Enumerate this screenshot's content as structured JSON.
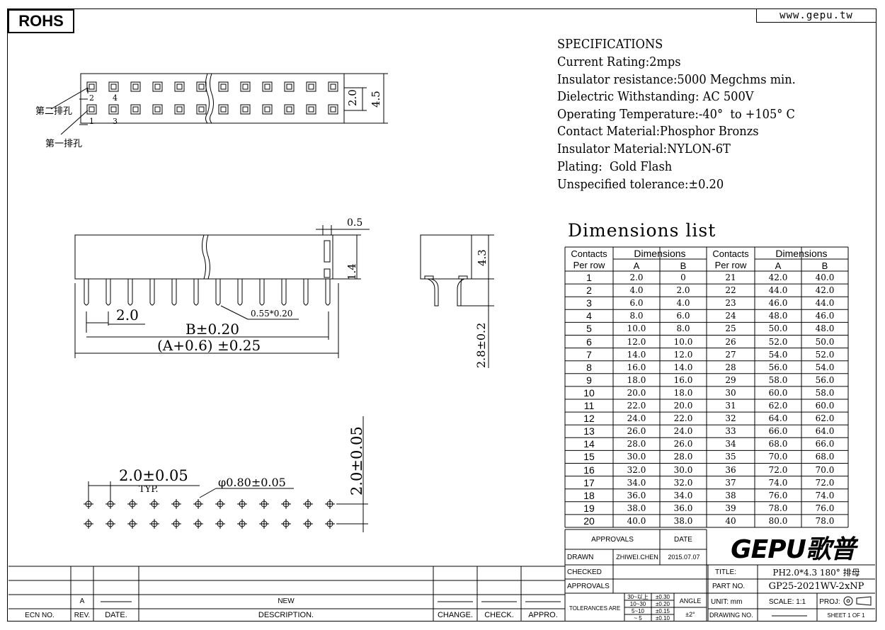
{
  "header": {
    "rohs": "ROHS",
    "website": "www.gepu.tw"
  },
  "specifications": [
    "SPECIFICATIONS",
    "Current Rating:2mps",
    "Insulator resistance:5000 Megchms min.",
    "Dielectric Withstanding: AC 500V",
    "Operating Temperature:-40°  to +105° C",
    "Contact Material:Phosphor Bronzs",
    "Insulator Material:NYLON-6T",
    "Plating:  Gold Flash",
    "Unspecified tolerance:±0.20"
  ],
  "drawing": {
    "row2_label": "第二排孔",
    "row1_label": "第一排孔",
    "pin_nums": [
      "2",
      "4",
      "1",
      "3"
    ],
    "dim_20": "2.0",
    "dim_45": "4.5",
    "dim_05": "0.5",
    "dim_14": "1.4",
    "dim_43": "4.3",
    "dim_28": "2.8±0.2",
    "pitch": "2.0",
    "pin_size": "0.55*0.20",
    "dim_b": "B±0.20",
    "dim_a": "(A+0.6) ±0.25",
    "pcb_pitch": "2.0±0.05",
    "typ": "TYP.",
    "hole": "φ0.80±0.05",
    "row_pitch": "2.0±0.05"
  },
  "dimensions": {
    "title": "Dimensions list",
    "headers": {
      "contacts1": "Contacts",
      "contacts2": "Per row",
      "dimensions": "Dimensions",
      "a": "A",
      "b": "B"
    },
    "rows": [
      [
        "1",
        "2.0",
        "0",
        "21",
        "42.0",
        "40.0"
      ],
      [
        "2",
        "4.0",
        "2.0",
        "22",
        "44.0",
        "42.0"
      ],
      [
        "3",
        "6.0",
        "4.0",
        "23",
        "46.0",
        "44.0"
      ],
      [
        "4",
        "8.0",
        "6.0",
        "24",
        "48.0",
        "46.0"
      ],
      [
        "5",
        "10.0",
        "8.0",
        "25",
        "50.0",
        "48.0"
      ],
      [
        "6",
        "12.0",
        "10.0",
        "26",
        "52.0",
        "50.0"
      ],
      [
        "7",
        "14.0",
        "12.0",
        "27",
        "54.0",
        "52.0"
      ],
      [
        "8",
        "16.0",
        "14.0",
        "28",
        "56.0",
        "54.0"
      ],
      [
        "9",
        "18.0",
        "16.0",
        "29",
        "58.0",
        "56.0"
      ],
      [
        "10",
        "20.0",
        "18.0",
        "30",
        "60.0",
        "58.0"
      ],
      [
        "11",
        "22.0",
        "20.0",
        "31",
        "62.0",
        "60.0"
      ],
      [
        "12",
        "24.0",
        "22.0",
        "32",
        "64.0",
        "62.0"
      ],
      [
        "13",
        "26.0",
        "24.0",
        "33",
        "66.0",
        "64.0"
      ],
      [
        "14",
        "28.0",
        "26.0",
        "34",
        "68.0",
        "66.0"
      ],
      [
        "15",
        "30.0",
        "28.0",
        "35",
        "70.0",
        "68.0"
      ],
      [
        "16",
        "32.0",
        "30.0",
        "36",
        "72.0",
        "70.0"
      ],
      [
        "17",
        "34.0",
        "32.0",
        "37",
        "74.0",
        "72.0"
      ],
      [
        "18",
        "36.0",
        "34.0",
        "38",
        "76.0",
        "74.0"
      ],
      [
        "19",
        "38.0",
        "36.0",
        "39",
        "78.0",
        "76.0"
      ],
      [
        "20",
        "40.0",
        "38.0",
        "40",
        "80.0",
        "78.0"
      ]
    ]
  },
  "title_block": {
    "approvals": "APPROVALS",
    "date": "DATE",
    "drawn": "DRAWN",
    "drawn_by": "ZHIWEI.CHEN",
    "drawn_date": "2015.07.07",
    "checked": "CHECKED",
    "approvals2": "APPROVALS",
    "tolerances": "TOLERANCES ARE",
    "tol_ranges": [
      "30~以上",
      "10~30",
      "5~10",
      "~ 5"
    ],
    "tol_values": [
      "±0.30",
      "±0.20",
      "±0.15",
      "±0.10"
    ],
    "angle": "ANGLE",
    "angle_tol": "±2°",
    "logo": "GEPU歌普",
    "title_label": "TITLE:",
    "title_value": "PH2.0*4.3 180° 排母",
    "part_label": "PART NO.",
    "part_value": "GP25-2021WV-2xNP",
    "unit": "UNIT: mm",
    "scale": "SCALE:  1:1",
    "proj": "PROJ:",
    "drawing_no": "DRAWING NO.",
    "sheet": "SHEET  1 OF 1"
  },
  "revision_block": {
    "ecn": "ECN NO.",
    "rev": "REV.",
    "date": "DATE.",
    "description": "DESCRIPTION.",
    "change": "CHANGE.",
    "check": "CHECK.",
    "appro": "APPRO.",
    "rev_value": "A",
    "desc_value": "NEW"
  }
}
